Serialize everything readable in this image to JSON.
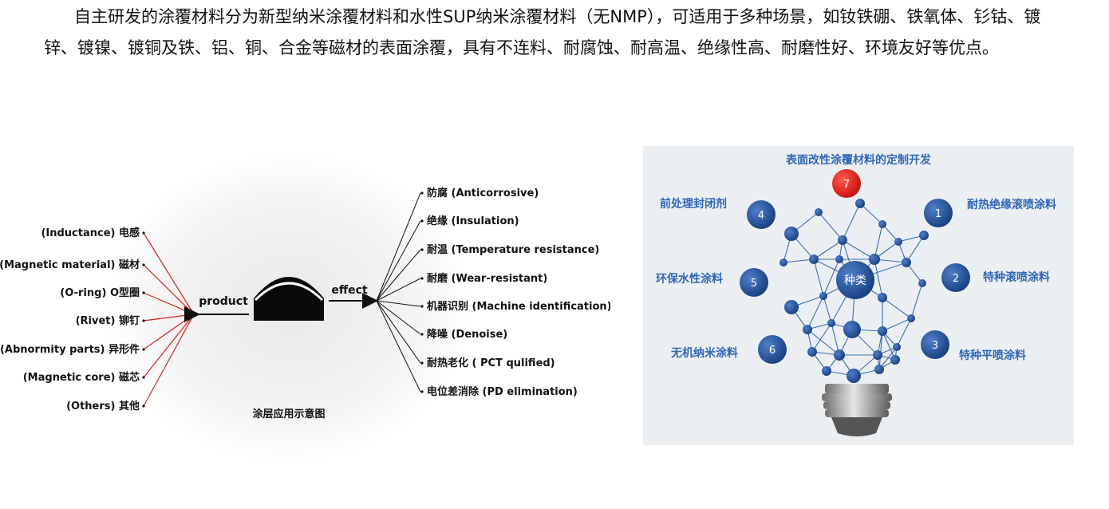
{
  "intro": {
    "paragraph": "自主研发的涂覆材料分为新型纳米涂覆材料和水性SUP纳米涂覆材料（无NMP），可适用于多种场景，如钕铁硼、铁氧体、钐钴、镀锌、镀镍、镀铜及铁、铝、铜、合金等磁材的表面涂覆，具有不连料、耐腐蚀、耐高温、绝缘性高、耐磨性好、环境友好等优点。"
  },
  "left_diagram": {
    "products": [
      "(Inductance) 电感",
      "(Magnetic material) 磁材",
      "(O-ring)  O型圈",
      "(Rivet)  铆钉",
      "(Abnormity parts) 异形件",
      "(Magnetic core) 磁芯",
      "(Others) 其他"
    ],
    "product_label": "product",
    "effect_label": "effect",
    "effects": [
      "防腐 (Anticorrosive)",
      "绝缘 (Insulation)",
      "耐温 (Temperature resistance)",
      "耐磨 (Wear-resistant)",
      "机器识别 (Machine identification)",
      "降噪 (Denoise)",
      "耐热老化 ( PCT qulified)",
      "电位差消除 (PD elimination)"
    ],
    "caption": "涂层应用示意图",
    "colors": {
      "product_lines": "#d42020",
      "effect_lines": "#111111"
    }
  },
  "right_diagram": {
    "top_title": "表面改性涂覆材料的定制开发",
    "center_label": "种类",
    "items": [
      {
        "num": "1",
        "label": "耐热绝缘滚喷涂料"
      },
      {
        "num": "2",
        "label": "特种滚喷涂料"
      },
      {
        "num": "3",
        "label": "特种平喷涂料"
      },
      {
        "num": "4",
        "label": "前处理封闭剂"
      },
      {
        "num": "5",
        "label": "环保水性涂料"
      },
      {
        "num": "6",
        "label": "无机纳米涂料"
      },
      {
        "num": "7",
        "label": ""
      }
    ],
    "colors": {
      "accent": "#2f66b8",
      "node": "#1f4f99",
      "highlight": "#e02020"
    }
  }
}
